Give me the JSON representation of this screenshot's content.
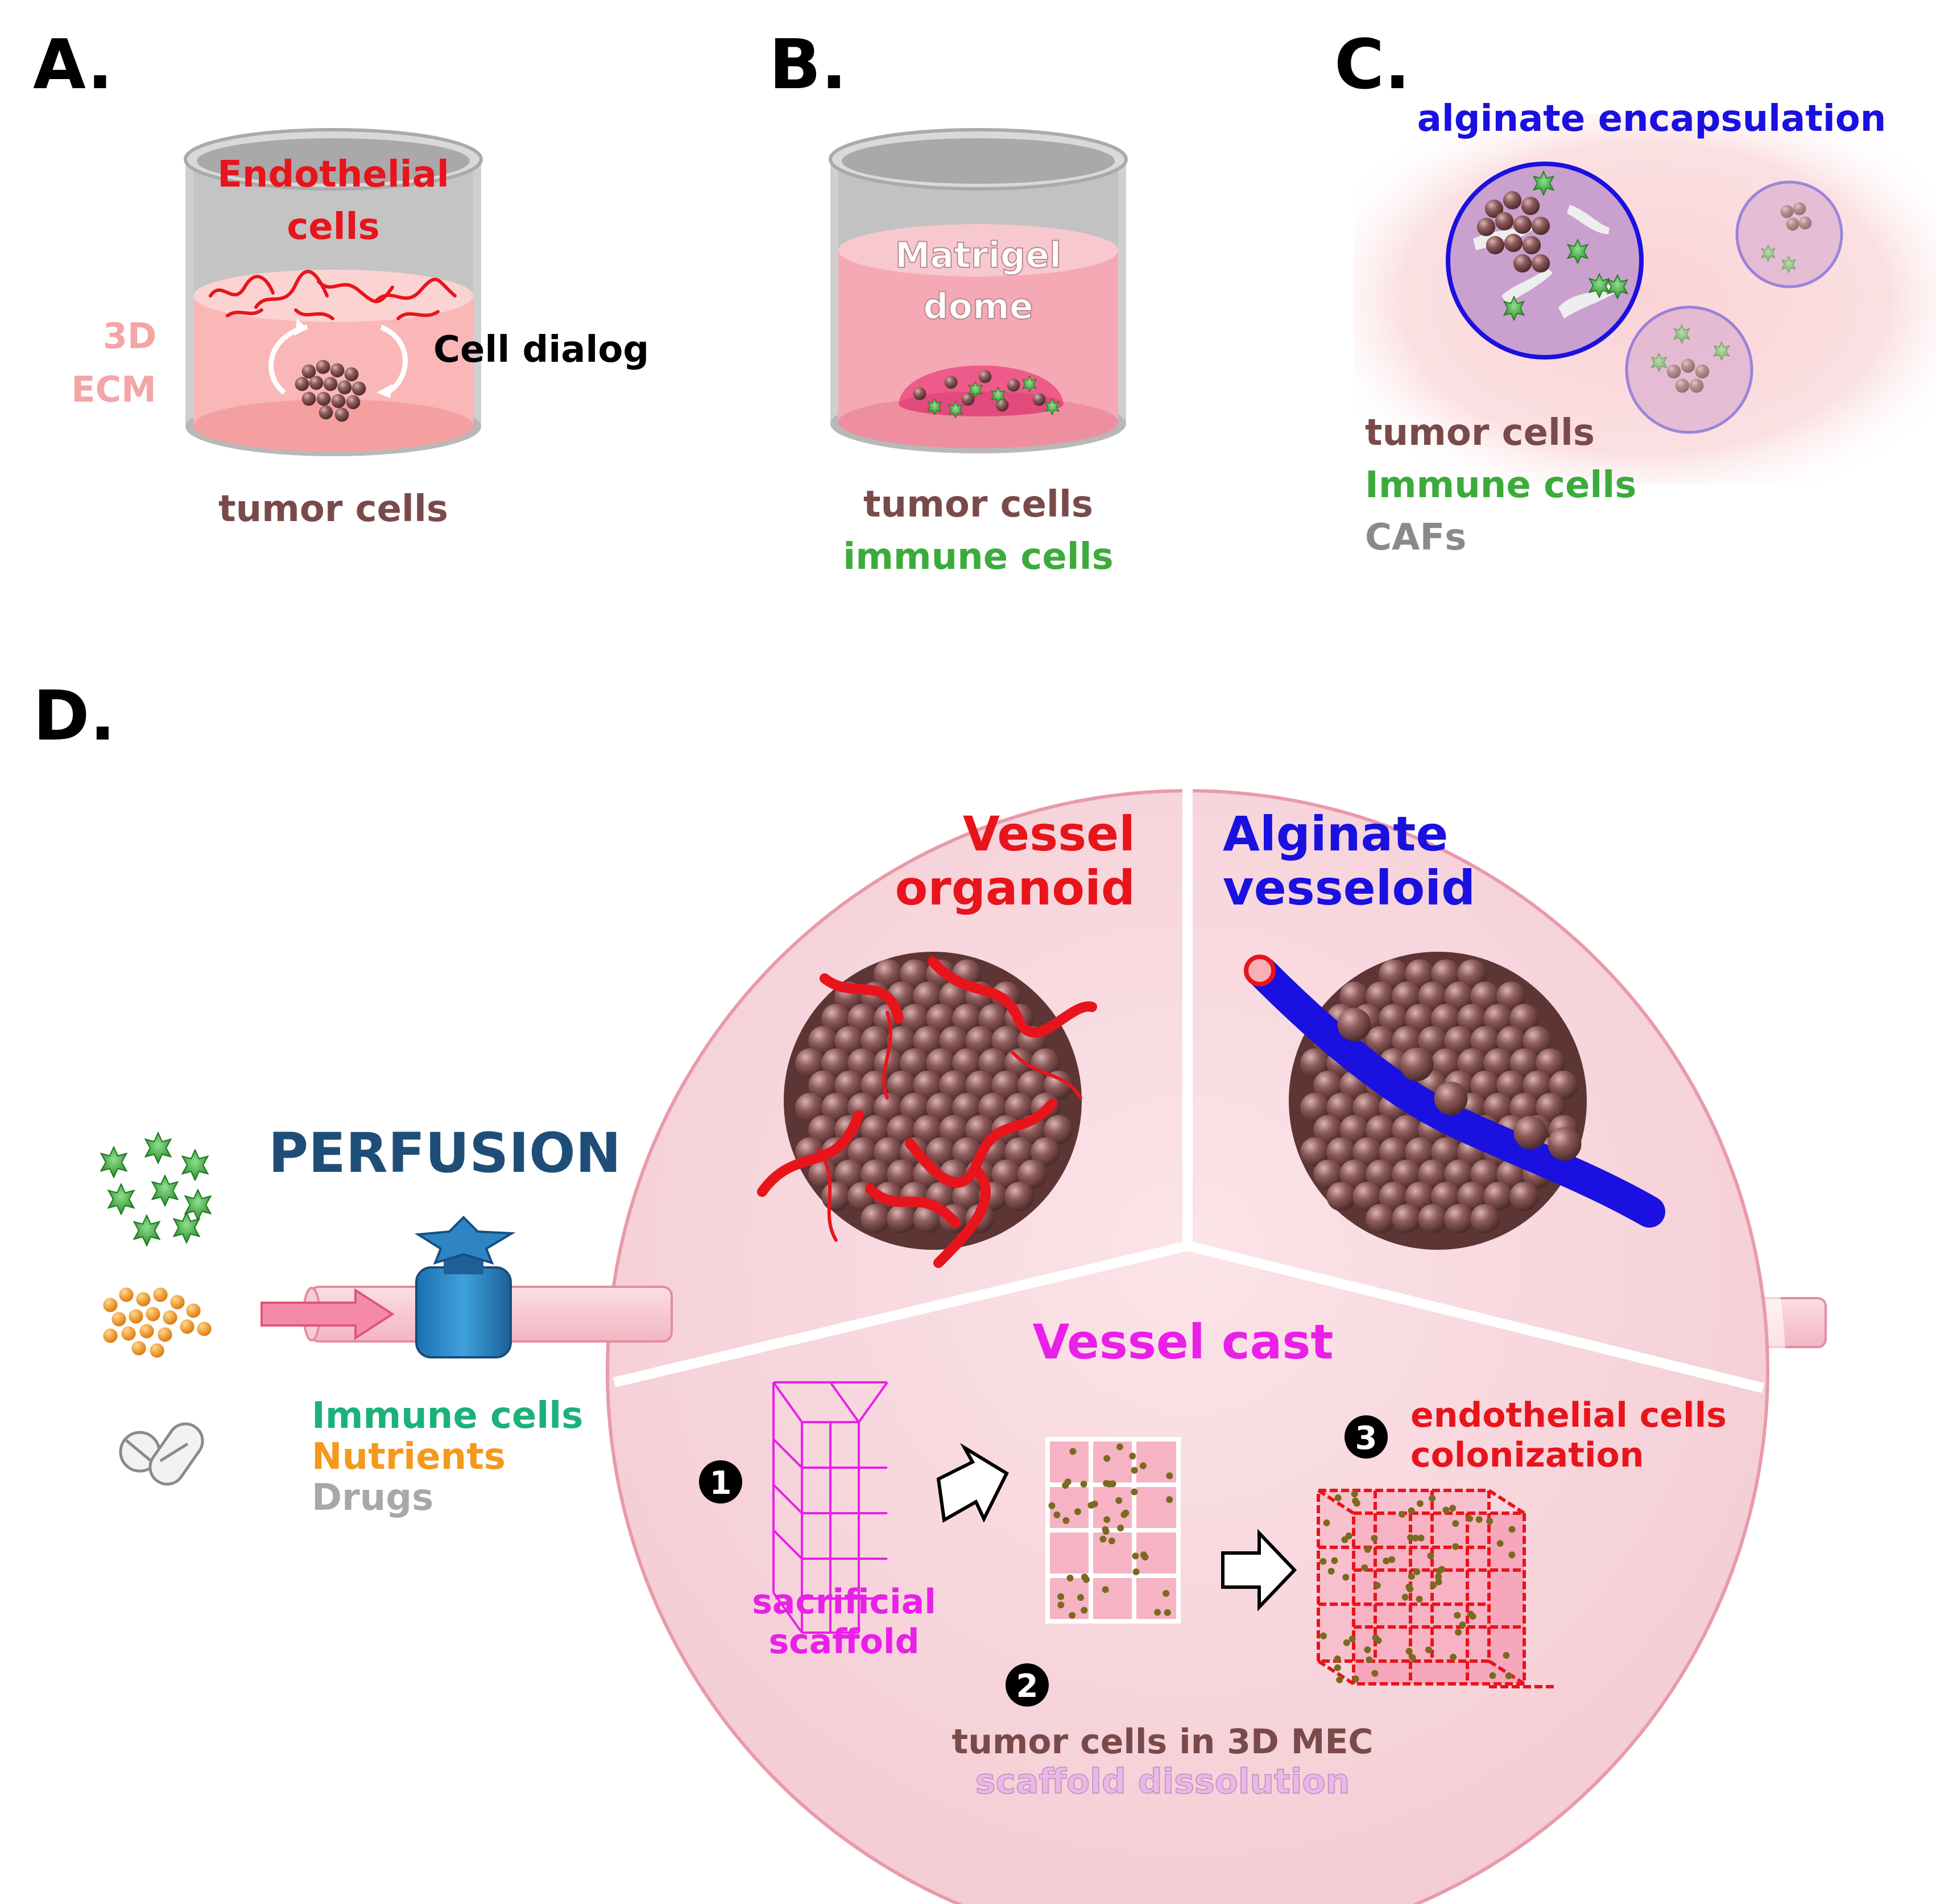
{
  "panels": {
    "a": {
      "letter": "A.",
      "endothelial_line1": "Endothelial",
      "endothelial_line2": "cells",
      "ecm_line1": "3D",
      "ecm_line2": "ECM",
      "cell_dialog": "Cell dialog",
      "tumor_cells": "tumor cells"
    },
    "b": {
      "letter": "B.",
      "dome_line1": "Matrigel",
      "dome_line2": "dome",
      "tumor_cells": "tumor cells",
      "immune_cells": "immune cells"
    },
    "c": {
      "letter": "C.",
      "alginate": "alginate encapsulation",
      "tumor_cells": "tumor cells",
      "immune_cells": "Immune cells",
      "cafs": "CAFs"
    },
    "d": {
      "letter": "D.",
      "perfusion": "PERFUSION",
      "inputs": {
        "immune": "Immune cells",
        "nutrients": "Nutrients",
        "drugs": "Drugs"
      },
      "vessel_organoid_line1": "Vessel",
      "vessel_organoid_line2": "organoid",
      "alginate_vesseloid_line1": "Alginate",
      "alginate_vesseloid_line2": "vesseloid",
      "vessel_cast": "Vessel cast",
      "steps": {
        "one": {
          "number": "1",
          "line1": "sacrificial",
          "line2": "scaffold"
        },
        "two": {
          "number": "2",
          "line1": "tumor cells in 3D MEC",
          "line2": "scaffold dissolution"
        },
        "three": {
          "number": "3",
          "line1": "endothelial cells",
          "line2": "colonization"
        }
      }
    }
  },
  "colors": {
    "red": "#e8141c",
    "tumor_brown": "#7a4a4a",
    "immune_green": "#3cab3c",
    "blue": "#1a10e0",
    "magenta": "#e820e8",
    "perfusion_blue": "#1e4e78",
    "pink_ecm": "#f4a6a6",
    "orange": "#f39a1e",
    "grey": "#9a9a9a",
    "teal_green": "#1ab27a"
  }
}
